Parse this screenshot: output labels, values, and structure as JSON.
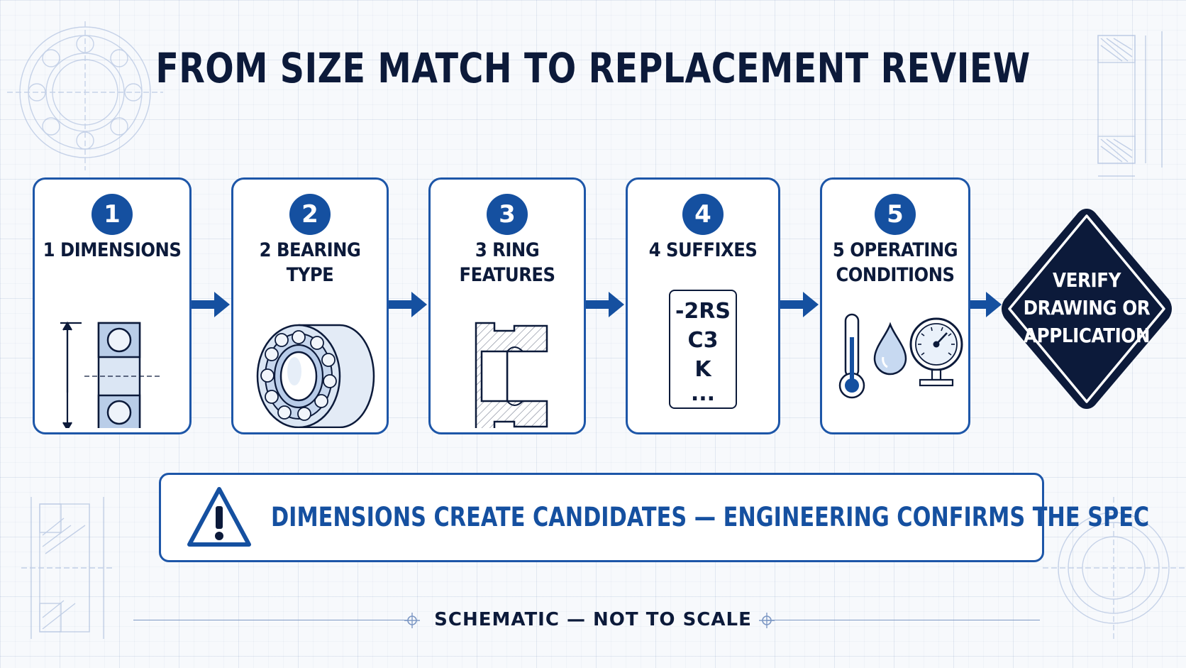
{
  "title": "FROM SIZE MATCH TO REPLACEMENT REVIEW",
  "steps": [
    {
      "number": "1",
      "label": "1 DIMENSIONS"
    },
    {
      "number": "2",
      "label": "2 BEARING TYPE"
    },
    {
      "number": "3",
      "label": "3 RING FEATURES"
    },
    {
      "number": "4",
      "label": "4 SUFFIXES",
      "suffixes": [
        "-2RS",
        "C3",
        "K",
        "..."
      ]
    },
    {
      "number": "5",
      "label": "5 OPERATING CONDITIONS"
    }
  ],
  "final_step": {
    "label": "VERIFY DRAWING OR APPLICATION"
  },
  "warning": {
    "text": "DIMENSIONS CREATE CANDIDATES — ENGINEERING CONFIRMS THE SPEC"
  },
  "footer": {
    "text": "SCHEMATIC — NOT TO SCALE"
  },
  "colors": {
    "primary_blue": "#1550a0",
    "border_blue": "#1d56a8",
    "navy": "#0c1a3a",
    "background": "#f7f9fc"
  },
  "icons": [
    "dimension-bearing-icon",
    "ball-bearing-icon",
    "ring-section-icon",
    "suffix-tag-icon",
    "thermometer-icon",
    "droplet-icon",
    "pressure-gauge-icon",
    "warning-icon",
    "crosshair-icon"
  ]
}
